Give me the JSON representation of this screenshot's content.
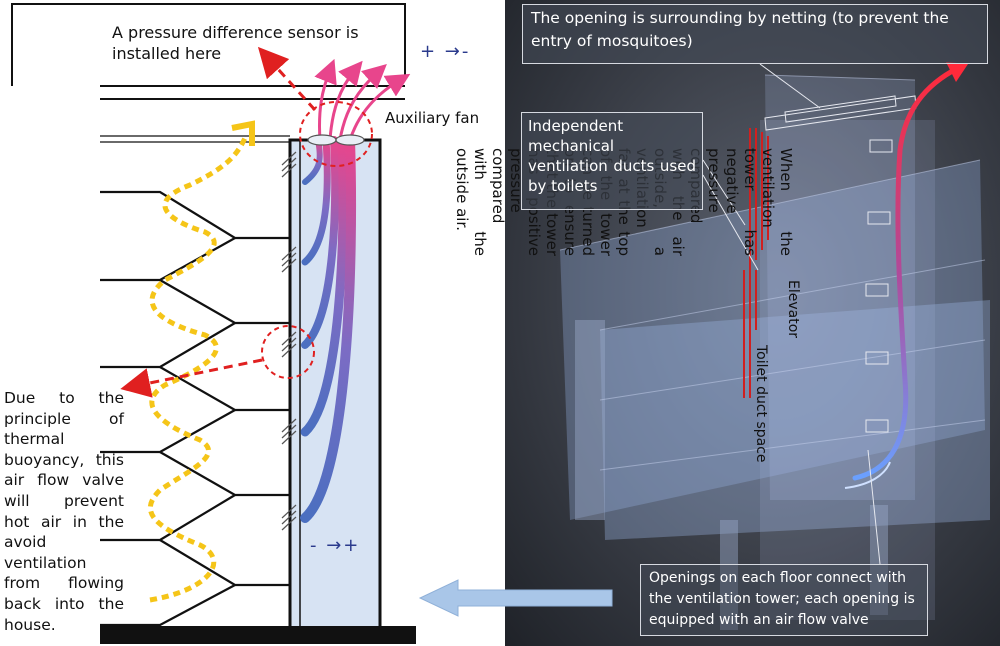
{
  "left": {
    "sensor_label": "A pressure difference sensor is installed here",
    "aux_label": "Auxiliary fan",
    "top_sign": "+ →-",
    "bottom_sign": "- →+",
    "vertical_note": "When the ventilation tower has negative pressure compared with the air outside, a ventilation fan at the top of the tower can be turned on to ensure that the tower has positive pressure compared with the outside air.",
    "buoyancy_note": "Due to the principle of thermal buoyancy, this air flow valve will prevent hot air in the avoid ventilation from flowing back into the house."
  },
  "right": {
    "netting_label": "The opening is surrounding by netting (to prevent the entry of mosquitoes)",
    "ducts_label": "Independent mechanical ventilation ducts used by toilets",
    "elevator_label": "Elevator",
    "toilet_label": "Toilet duct space",
    "openings_label": "Openings on each floor connect with the ventilation tower; each opening is equipped with an air flow valve"
  },
  "colors": {
    "red": "#e02020",
    "yellow": "#f5c518",
    "blue": "#4b6fc0",
    "pink": "#e8458c",
    "tower_fill": "#d7e3f3"
  }
}
